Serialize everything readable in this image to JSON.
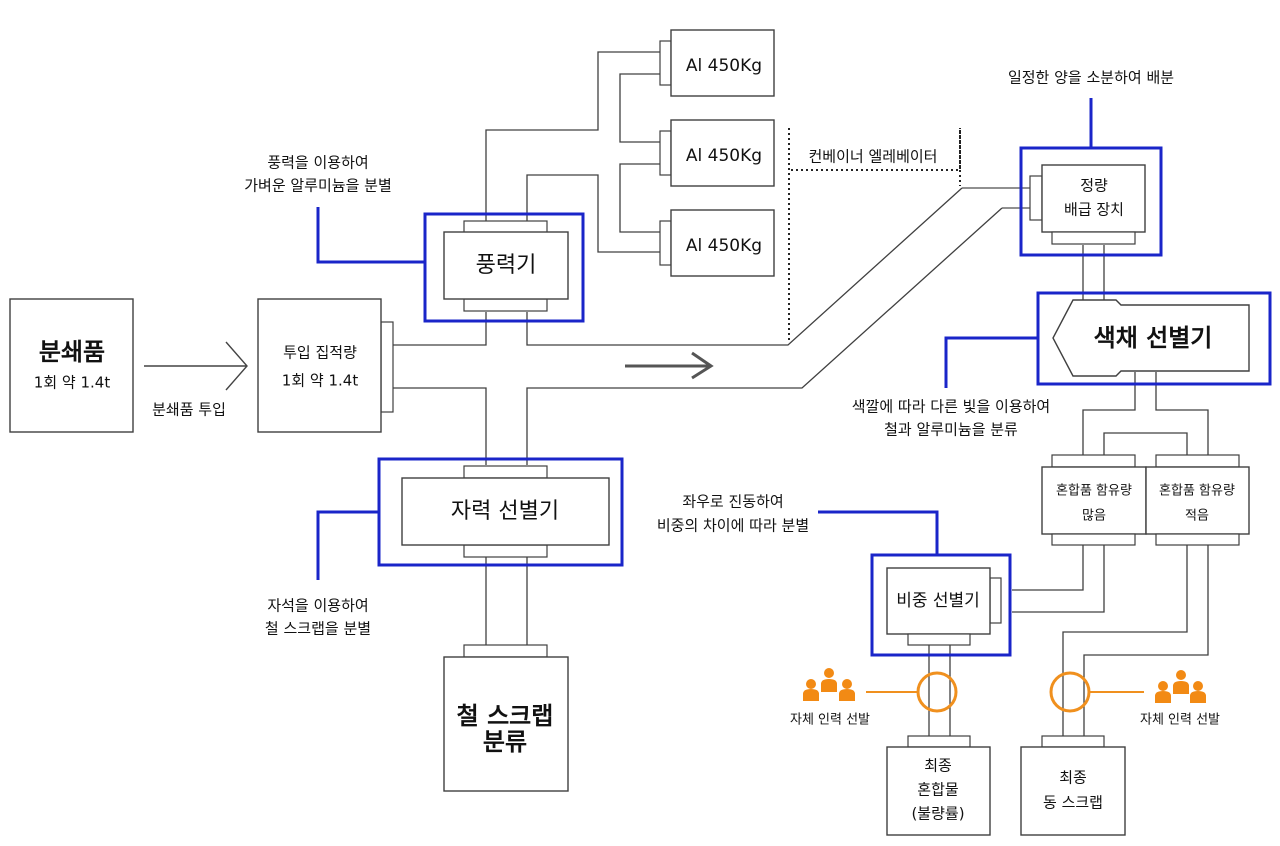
{
  "diagram": {
    "colors": {
      "highlight": "#1a25c9",
      "manual_sort": "#f28a14",
      "line": "#404040"
    },
    "input": {
      "title": "분쇄품",
      "sub": "1회 약 1.4t",
      "arrow_label": "분쇄품 투입"
    },
    "hopper": {
      "line1": "투입 집적량",
      "line2": "1회 약 1.4t"
    },
    "wind": {
      "label": "풍력기",
      "note1": "풍력을 이용하여",
      "note2": "가벼운 알루미늄을 분별"
    },
    "al_bins": [
      "Al 450Kg",
      "Al 450Kg",
      "Al 450Kg"
    ],
    "magnet": {
      "label": "자력 선별기",
      "note1": "자석을 이용하여",
      "note2": "철 스크랩을 분별"
    },
    "iron": {
      "line1": "철 스크랩",
      "line2": "분류"
    },
    "conveyor": {
      "label": "컨베이너 엘레베이터"
    },
    "feeder": {
      "line1": "정량",
      "line2": "배급 장치",
      "note": "일정한 양을 소분하여 배분"
    },
    "color_sorter": {
      "label": "색채 선별기",
      "note1": "색깔에 따라 다른 빛을 이용하여",
      "note2": "철과 알루미늄을 분류"
    },
    "mix_high": {
      "line1": "혼합품 함유량",
      "line2": "많음"
    },
    "mix_low": {
      "line1": "혼합품 함유량",
      "line2": "적음"
    },
    "gravity": {
      "label": "비중 선별기",
      "note1": "좌우로 진동하여",
      "note2": "비중의 차이에 따라 분별"
    },
    "manual_left": {
      "label": "자체 인력 선발"
    },
    "manual_right": {
      "label": "자체 인력 선발"
    },
    "final_mix": {
      "line1": "최종",
      "line2": "혼합물",
      "line3": "(불량률)"
    },
    "final_copper": {
      "line1": "최종",
      "line2": "동 스크랩"
    }
  }
}
